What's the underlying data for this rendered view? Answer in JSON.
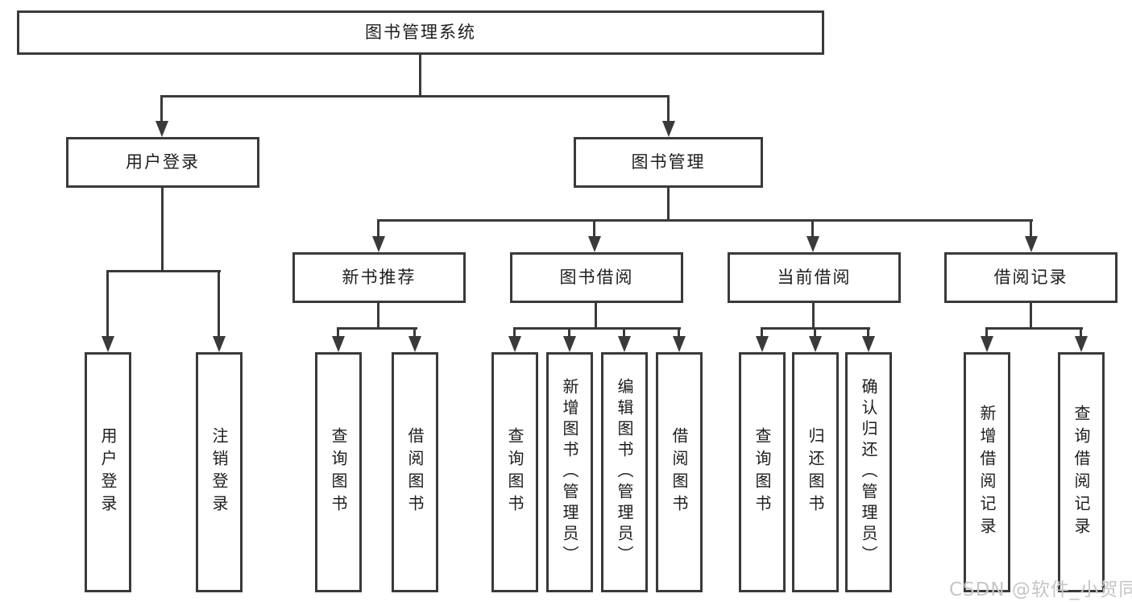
{
  "tree": {
    "root": {
      "label": "图书管理系统"
    },
    "branches": [
      {
        "label": "用户登录",
        "children": [
          {
            "label": "用户登录"
          },
          {
            "label": "注销登录"
          }
        ]
      },
      {
        "label": "图书管理",
        "children": [
          {
            "label": "新书推荐",
            "children": [
              {
                "label": "查询图书"
              },
              {
                "label": "借阅图书"
              }
            ]
          },
          {
            "label": "图书借阅",
            "children": [
              {
                "label": "查询图书"
              },
              {
                "label": "新增图书（管理员）"
              },
              {
                "label": "编辑图书（管理员）"
              },
              {
                "label": "借阅图书"
              }
            ]
          },
          {
            "label": "当前借阅",
            "children": [
              {
                "label": "查询图书"
              },
              {
                "label": "归还图书"
              },
              {
                "label": "确认归还（管理员）"
              }
            ]
          },
          {
            "label": "借阅记录",
            "children": [
              {
                "label": "新增借阅记录"
              },
              {
                "label": "查询借阅记录"
              }
            ]
          }
        ]
      }
    ]
  },
  "watermark": {
    "text": "CSDN @软件_小贺同学"
  },
  "colors": {
    "line": "#3a3a3a",
    "text": "#1d1d1d",
    "bg": "#ffffff",
    "watermark": "#c6c6c6"
  }
}
